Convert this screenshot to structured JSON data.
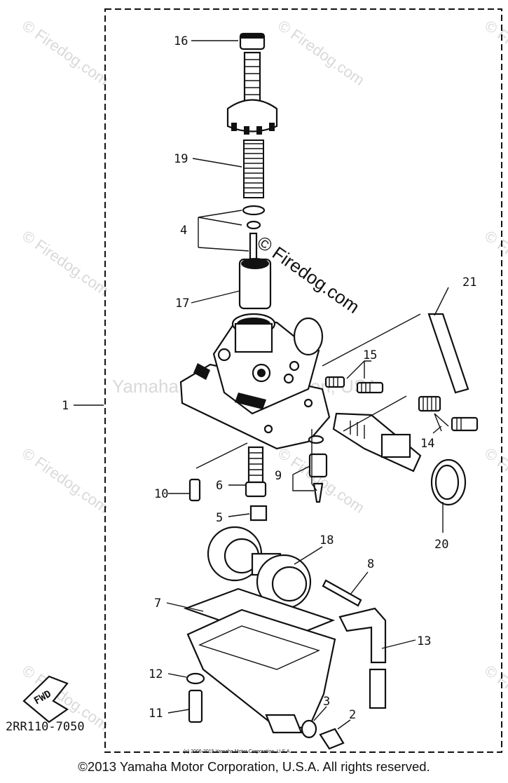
{
  "diagram": {
    "drawing_code": "2RR110-7050",
    "fwd_label": "FWD",
    "watermark_small": "© Firedog.com",
    "watermark_center": "© Firedog.com",
    "watermark_text": "Yamaha Motor Corporation, USA",
    "copyright_small": "(c) 2006-2015 Yamaha Motor Corporation, U.S.A.",
    "callouts": [
      "1",
      "2",
      "3",
      "4",
      "5",
      "6",
      "7",
      "8",
      "9",
      "10",
      "11",
      "12",
      "13",
      "14",
      "15",
      "16",
      "17",
      "18",
      "19",
      "20",
      "21"
    ]
  },
  "footer": {
    "copyright": "©2013 Yamaha Motor Corporation, U.S.A. All rights reserved."
  }
}
